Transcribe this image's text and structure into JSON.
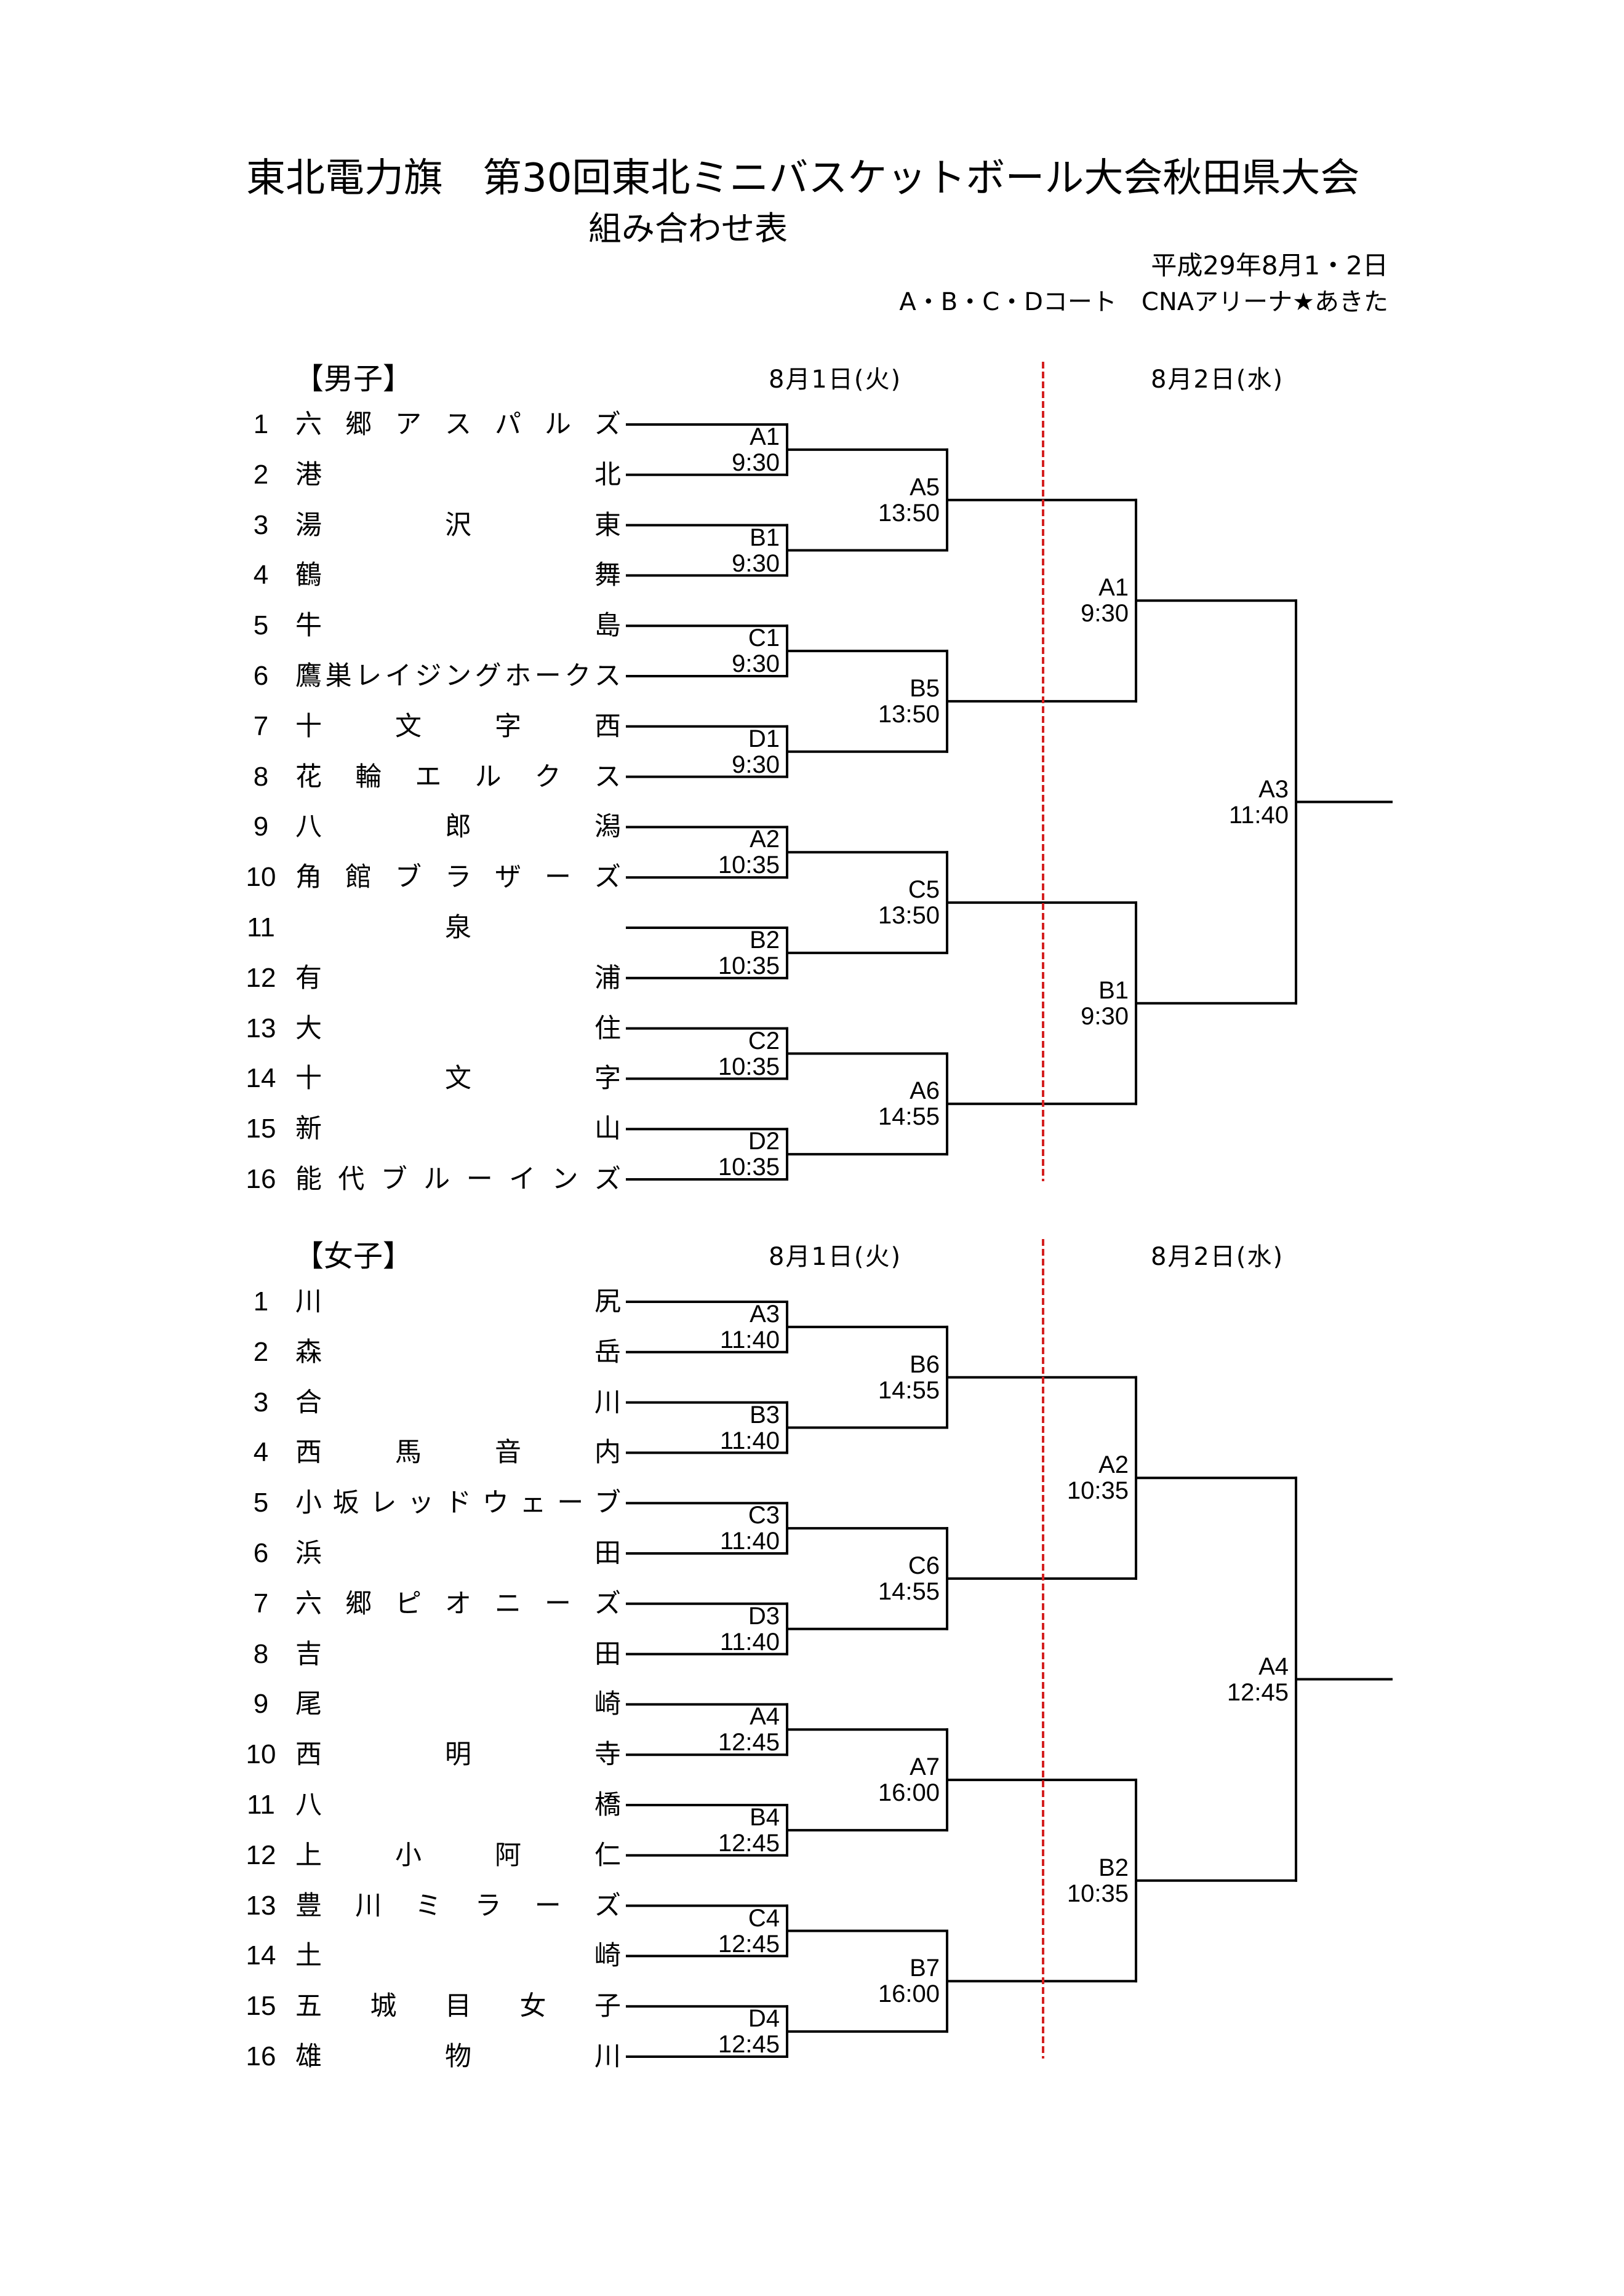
{
  "header": {
    "title": "東北電力旗　第30回東北ミニバスケットボール大会秋田県大会",
    "subtitle": "組み合わせ表",
    "date": "平成29年8月1・2日",
    "venue": "A・B・C・Dコート　CNAアリーナ★あきた"
  },
  "colors": {
    "line": "#000000",
    "day_divider": "#d42020"
  },
  "brackets": [
    {
      "id": "boys",
      "label": "【男子】",
      "day1_label": "8月1日(火)",
      "day2_label": "8月2日(水)",
      "teams": [
        {
          "seed": "1",
          "name": "六郷アスパルズ"
        },
        {
          "seed": "2",
          "name": "港北"
        },
        {
          "seed": "3",
          "name": "湯沢東"
        },
        {
          "seed": "4",
          "name": "鶴舞"
        },
        {
          "seed": "5",
          "name": "牛島"
        },
        {
          "seed": "6",
          "name": "鷹巣レイジングホークス"
        },
        {
          "seed": "7",
          "name": "十文字西"
        },
        {
          "seed": "8",
          "name": "花輪エルクス"
        },
        {
          "seed": "9",
          "name": "八郎潟"
        },
        {
          "seed": "10",
          "name": "角館ブラザーズ"
        },
        {
          "seed": "11",
          "name": "泉"
        },
        {
          "seed": "12",
          "name": "有浦"
        },
        {
          "seed": "13",
          "name": "大住"
        },
        {
          "seed": "14",
          "name": "十文字"
        },
        {
          "seed": "15",
          "name": "新山"
        },
        {
          "seed": "16",
          "name": "能代ブルーインズ"
        }
      ],
      "rounds": [
        [
          {
            "code": "A1",
            "time": "9:30"
          },
          {
            "code": "B1",
            "time": "9:30"
          },
          {
            "code": "C1",
            "time": "9:30"
          },
          {
            "code": "D1",
            "time": "9:30"
          },
          {
            "code": "A2",
            "time": "10:35"
          },
          {
            "code": "B2",
            "time": "10:35"
          },
          {
            "code": "C2",
            "time": "10:35"
          },
          {
            "code": "D2",
            "time": "10:35"
          }
        ],
        [
          {
            "code": "A5",
            "time": "13:50"
          },
          {
            "code": "B5",
            "time": "13:50"
          },
          {
            "code": "C5",
            "time": "13:50"
          },
          {
            "code": "A6",
            "time": "14:55"
          }
        ],
        [
          {
            "code": "A1",
            "time": "9:30"
          },
          {
            "code": "B1",
            "time": "9:30"
          }
        ],
        [
          {
            "code": "A3",
            "time": "11:40"
          }
        ]
      ]
    },
    {
      "id": "girls",
      "label": "【女子】",
      "day1_label": "8月1日(火)",
      "day2_label": "8月2日(水)",
      "teams": [
        {
          "seed": "1",
          "name": "川尻"
        },
        {
          "seed": "2",
          "name": "森岳"
        },
        {
          "seed": "3",
          "name": "合川"
        },
        {
          "seed": "4",
          "name": "西馬音内"
        },
        {
          "seed": "5",
          "name": "小坂レッドウェーブ"
        },
        {
          "seed": "6",
          "name": "浜田"
        },
        {
          "seed": "7",
          "name": "六郷ピオニーズ"
        },
        {
          "seed": "8",
          "name": "吉田"
        },
        {
          "seed": "9",
          "name": "尾崎"
        },
        {
          "seed": "10",
          "name": "西明寺"
        },
        {
          "seed": "11",
          "name": "八橋"
        },
        {
          "seed": "12",
          "name": "上小阿仁"
        },
        {
          "seed": "13",
          "name": "豊川ミラーズ"
        },
        {
          "seed": "14",
          "name": "土崎"
        },
        {
          "seed": "15",
          "name": "五城目女子"
        },
        {
          "seed": "16",
          "name": "雄物川"
        }
      ],
      "rounds": [
        [
          {
            "code": "A3",
            "time": "11:40"
          },
          {
            "code": "B3",
            "time": "11:40"
          },
          {
            "code": "C3",
            "time": "11:40"
          },
          {
            "code": "D3",
            "time": "11:40"
          },
          {
            "code": "A4",
            "time": "12:45"
          },
          {
            "code": "B4",
            "time": "12:45"
          },
          {
            "code": "C4",
            "time": "12:45"
          },
          {
            "code": "D4",
            "time": "12:45"
          }
        ],
        [
          {
            "code": "B6",
            "time": "14:55"
          },
          {
            "code": "C6",
            "time": "14:55"
          },
          {
            "code": "A7",
            "time": "16:00"
          },
          {
            "code": "B7",
            "time": "16:00"
          }
        ],
        [
          {
            "code": "A2",
            "time": "10:35"
          },
          {
            "code": "B2",
            "time": "10:35"
          }
        ],
        [
          {
            "code": "A4",
            "time": "12:45"
          }
        ]
      ]
    }
  ]
}
